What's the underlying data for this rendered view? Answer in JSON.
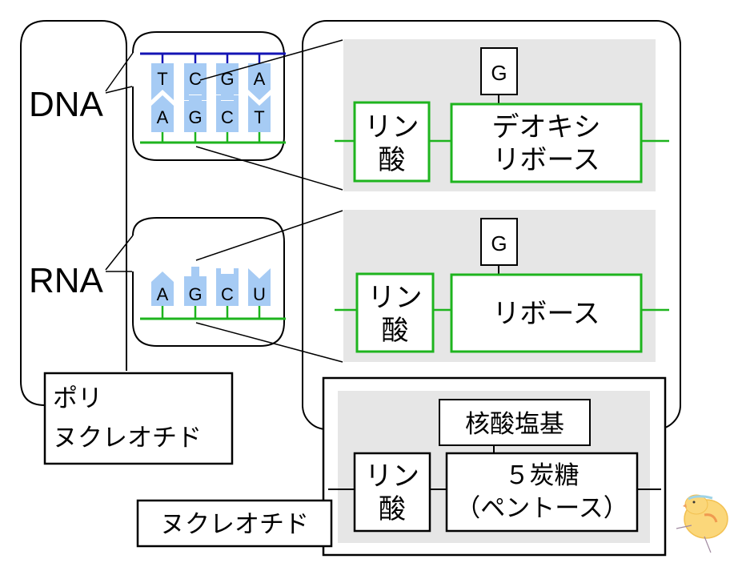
{
  "colors": {
    "base_fill": "#a6cbf4",
    "strand_blue": "#1414b4",
    "strand_green": "#1eb41e",
    "panel_gray": "#e6e6e6",
    "outline": "#000000"
  },
  "left_group": {
    "dna_label": "DNA",
    "rna_label": "RNA",
    "polynucleotide_label_line1": "ポリ",
    "polynucleotide_label_line2": "ヌクレオチド"
  },
  "dna_strand": {
    "top_bases": [
      "T",
      "C",
      "G",
      "A"
    ],
    "bottom_bases": [
      "A",
      "G",
      "C",
      "T"
    ]
  },
  "rna_strand": {
    "bases": [
      "A",
      "G",
      "C",
      "U"
    ]
  },
  "dna_nucleotide": {
    "base": "G",
    "phosphate_line1": "リン",
    "phosphate_line2": "酸",
    "sugar_line1": "デオキシ",
    "sugar_line2": "リボース"
  },
  "rna_nucleotide": {
    "base": "G",
    "phosphate_line1": "リン",
    "phosphate_line2": "酸",
    "sugar": "リボース"
  },
  "generic_nucleotide": {
    "title": "ヌクレオチド",
    "base": "核酸塩基",
    "phosphate_line1": "リン",
    "phosphate_line2": "酸",
    "sugar_line1": "５炭糖",
    "sugar_line2": "（ペントース）"
  },
  "decoration": {
    "mascot": "chick-illustration"
  }
}
